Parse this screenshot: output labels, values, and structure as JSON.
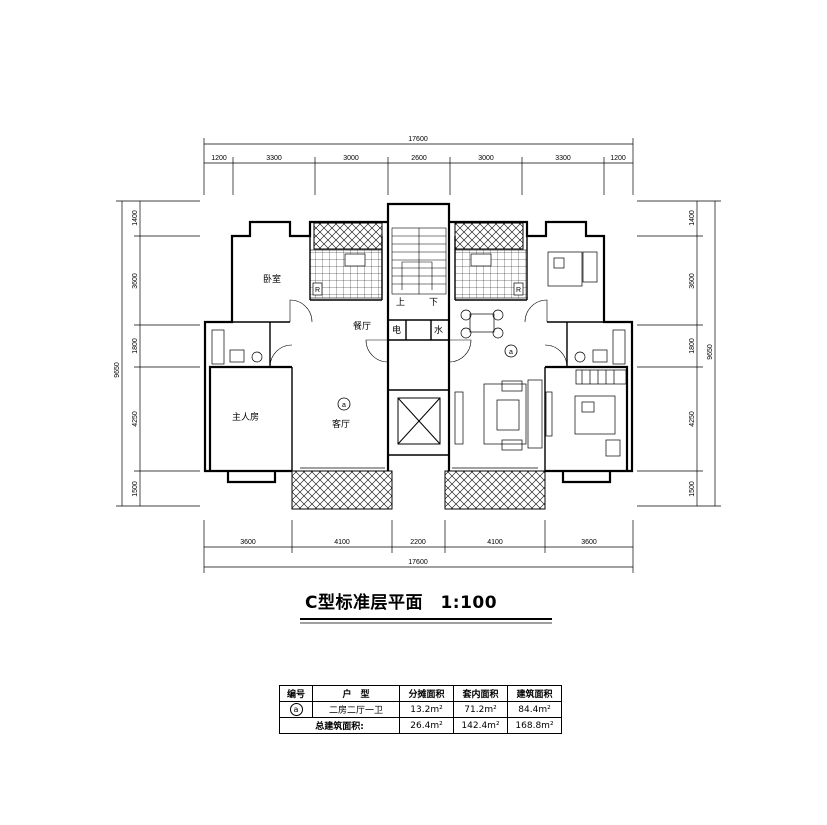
{
  "dims": {
    "top_total": "17600",
    "top_segments": [
      "1200",
      "3300",
      "3000",
      "2600",
      "3000",
      "3300",
      "1200"
    ],
    "bottom_total": "17600",
    "bottom_segments": [
      "3600",
      "4100",
      "2200",
      "4100",
      "3600"
    ],
    "left_segments": [
      "1400",
      "3600",
      "1800",
      "4250",
      "1500"
    ],
    "left_total": "9650",
    "right_segments": [
      "1400",
      "3600",
      "1800",
      "4250",
      "1500"
    ],
    "right_total": "9650"
  },
  "rooms": {
    "bedroom": "卧室",
    "master_bedroom": "主人房",
    "dining": "餐厅",
    "living": "客厅",
    "stairs_up": "上",
    "stairs_down": "下",
    "electric": "电",
    "water": "水",
    "fridge": "R",
    "unit_mark": "a"
  },
  "title": "C型标准层平面　1:100",
  "area_table": {
    "headers": [
      "编号",
      "户　型",
      "分摊面积",
      "套内面积",
      "建筑面积"
    ],
    "row": {
      "id": "a",
      "type": "二房二厅一卫",
      "shared": "13.2m²",
      "inner": "71.2m²",
      "building": "84.4m²"
    },
    "total": {
      "label": "总建筑面积:",
      "shared": "26.4m²",
      "inner": "142.4m²",
      "building": "168.8m²"
    }
  }
}
